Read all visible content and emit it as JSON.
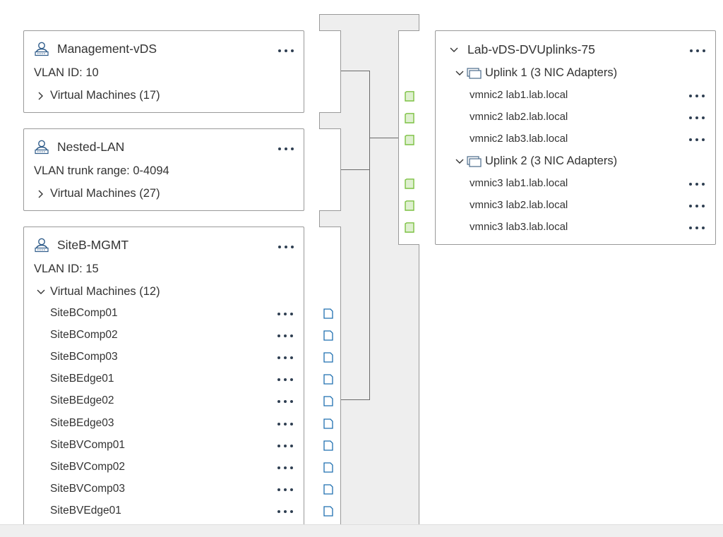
{
  "portgroups": [
    {
      "name": "Management-vDS",
      "detail": "VLAN ID: 10",
      "vms_label": "Virtual Machines (17)",
      "expanded": false
    },
    {
      "name": "Nested-LAN",
      "detail": "VLAN trunk range: 0-4094",
      "vms_label": "Virtual Machines (27)",
      "expanded": false
    },
    {
      "name": "SiteB-MGMT",
      "detail": "VLAN ID: 15",
      "vms_label": "Virtual Machines (12)",
      "expanded": true,
      "vms": [
        "SiteBComp01",
        "SiteBComp02",
        "SiteBComp03",
        "SiteBEdge01",
        "SiteBEdge02",
        "SiteBEdge03",
        "SiteBVComp01",
        "SiteBVComp02",
        "SiteBVComp03",
        "SiteBVEdge01"
      ]
    }
  ],
  "uplinks_panel": {
    "title": "Lab-vDS-DVUplinks-75",
    "uplinks": [
      {
        "label": "Uplink 1 (3 NIC Adapters)",
        "nics": [
          "vmnic2 lab1.lab.local",
          "vmnic2 lab2.lab.local",
          "vmnic2 lab3.lab.local"
        ]
      },
      {
        "label": "Uplink 2 (3 NIC Adapters)",
        "nics": [
          "vmnic3 lab1.lab.local",
          "vmnic3 lab2.lab.local",
          "vmnic3 lab3.lab.local"
        ]
      }
    ]
  },
  "colors": {
    "uplink_port": "#7cc142",
    "uplink_port_fill": "#dff0d0",
    "vm_port": "#1f6fb0",
    "card_border": "#999999",
    "switch_fill": "#eeeeee",
    "dots": "#2f3f52"
  },
  "icons": {
    "portgroup": "portgroup-icon",
    "uplink_group": "uplink-group-icon",
    "more": "more-actions-icon",
    "expand": "chevron-right-icon",
    "collapse": "chevron-down-icon",
    "vm_port": "vm-port-icon",
    "uplink_port": "uplink-port-icon"
  }
}
